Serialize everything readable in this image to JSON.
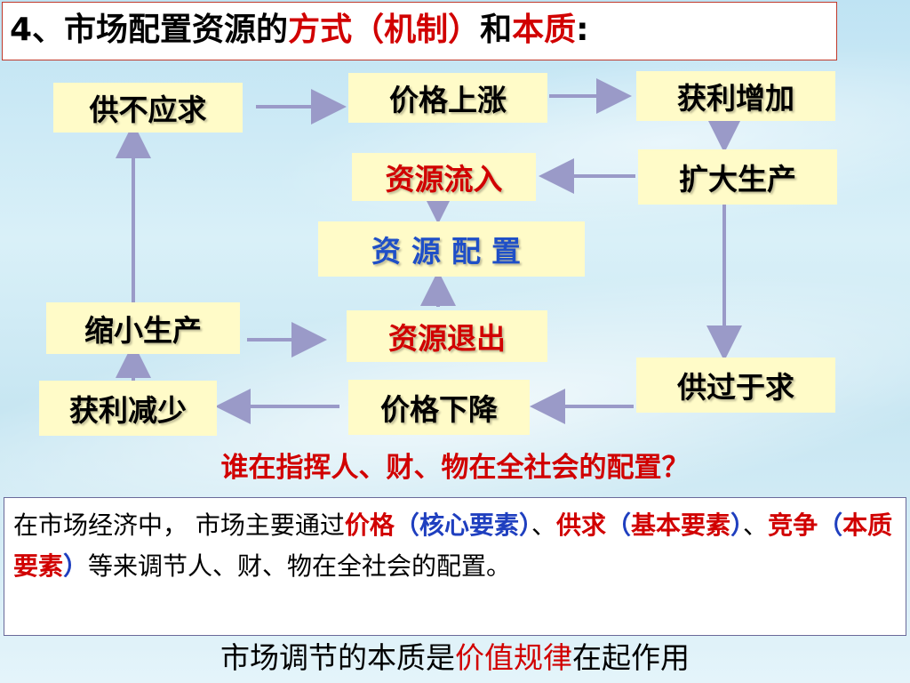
{
  "title": {
    "prefix": "4、市场配置资源的",
    "method": "方式（机制）",
    "and": "和",
    "essence": "本质",
    "colon": ":"
  },
  "nodes": {
    "supply_short": "供不应求",
    "price_up": "价格上涨",
    "profit_up": "获利增加",
    "resource_in": "资源流入",
    "expand": "扩大生产",
    "allocation": "资源配置",
    "shrink": "缩小生产",
    "resource_out": "资源退出",
    "supply_excess": "供过于求",
    "profit_down": "获利减少",
    "price_down": "价格下降"
  },
  "question": "谁在指挥人、财、物在全社会的配置？",
  "answer": {
    "p1": "在市场经济中，  市场主要通过",
    "price": "价格",
    "lp1": "（",
    "core": "核心要素",
    "rp1": "）",
    "sep1": "、",
    "supply": "供求",
    "lp2": "（",
    "basic": "基本要素",
    "rp2": "）",
    "sep2": "、",
    "competition": "竞争",
    "lp3": "（",
    "essential": "本质要素",
    "rp3": "）",
    "p2": "等来调节人、财、物在全社会的配置。"
  },
  "conclusion": {
    "p1": "市场调节的本质是",
    "law": "价值规律",
    "p2": "在起作用"
  },
  "colors": {
    "emphasis_red": "#d10000",
    "emphasis_blue": "#1f3fbf",
    "node_fill": "#fffbc8",
    "arrow": "#9a9ac8"
  }
}
